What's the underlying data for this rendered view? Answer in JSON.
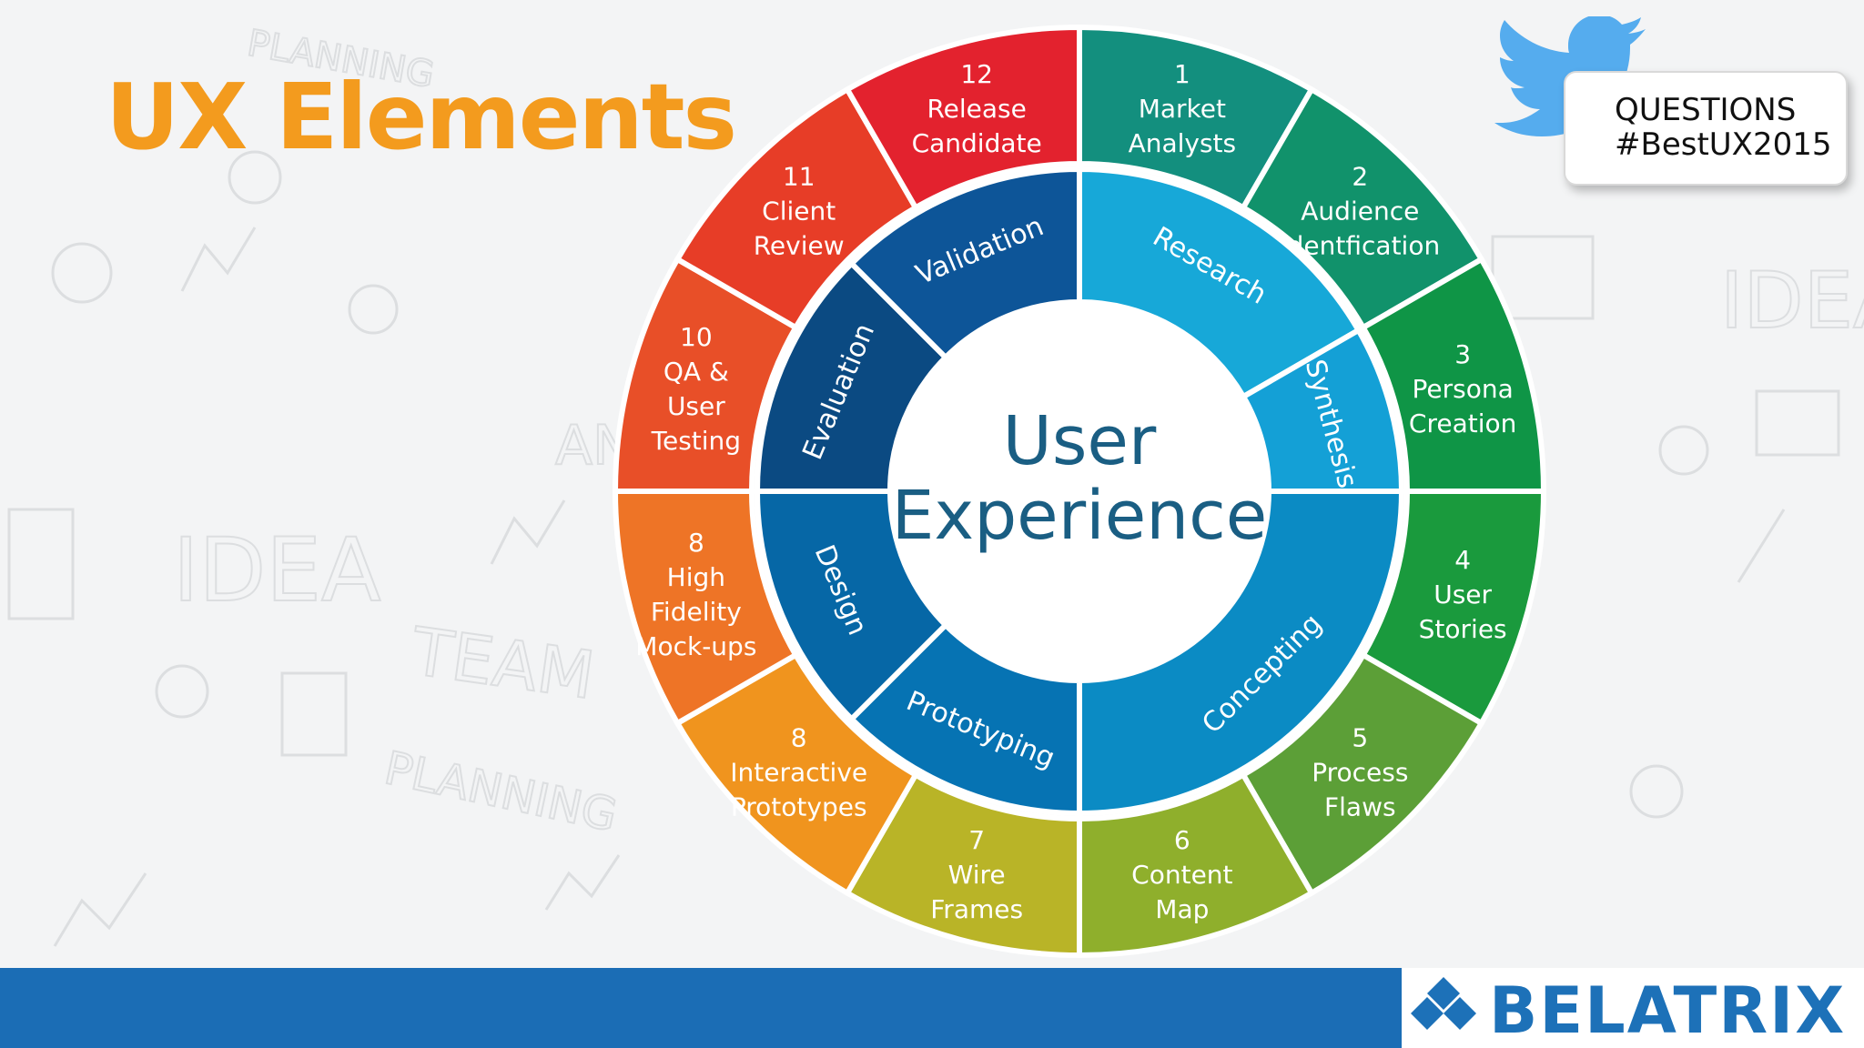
{
  "title": "UX Elements",
  "callout": {
    "line1": "QUESTIONS",
    "line2": "#BestUX2015"
  },
  "logo": {
    "text": "BELATRIX",
    "color": "#1d71b8"
  },
  "footer_color": "#1b6db5",
  "center": {
    "line1": "User",
    "line2": "Experience"
  },
  "background_words": [
    "PLANNING",
    "IDEA",
    "TEAM",
    "ANALYSIS",
    "IDEA",
    "PLANNING"
  ],
  "outer_segments": [
    {
      "lines": [
        "1",
        "Market",
        "Analysts"
      ],
      "color": "#138f7e"
    },
    {
      "lines": [
        "2",
        "Audience",
        "Identfication"
      ],
      "color": "#11926b"
    },
    {
      "lines": [
        "3",
        "Persona",
        "Creation"
      ],
      "color": "#0f9546"
    },
    {
      "lines": [
        "4",
        "User",
        "Stories"
      ],
      "color": "#1a9a3d"
    },
    {
      "lines": [
        "5",
        "Process",
        "Flaws"
      ],
      "color": "#5c9f37"
    },
    {
      "lines": [
        "6",
        "Content",
        "Map"
      ],
      "color": "#8faf2c"
    },
    {
      "lines": [
        "7",
        "Wire",
        "Frames"
      ],
      "color": "#b9b427"
    },
    {
      "lines": [
        "8",
        "Interactive",
        "Prototypes"
      ],
      "color": "#f0941e"
    },
    {
      "lines": [
        "8",
        "High",
        "Fidelity",
        "Mock-ups"
      ],
      "color": "#ee7426"
    },
    {
      "lines": [
        "10",
        "QA &",
        "User",
        "Testing"
      ],
      "color": "#e84f28"
    },
    {
      "lines": [
        "11",
        "Client",
        "Review"
      ],
      "color": "#e73d27"
    },
    {
      "lines": [
        "12",
        "Release",
        "Candidate"
      ],
      "color": "#e3222e"
    }
  ],
  "inner_segments": [
    {
      "label": "Research",
      "color": "#17a8d8"
    },
    {
      "label": "Synthesis",
      "color": "#14a0d6"
    },
    {
      "label": "Concepting",
      "color": "#0b8bc4"
    },
    {
      "label": "Prototyping",
      "color": "#0673b3"
    },
    {
      "label": "Design",
      "color": "#0667a6"
    },
    {
      "label": "Evaluation",
      "color": "#0b4a82"
    },
    {
      "label": "Validation",
      "color": "#0d5598"
    }
  ]
}
